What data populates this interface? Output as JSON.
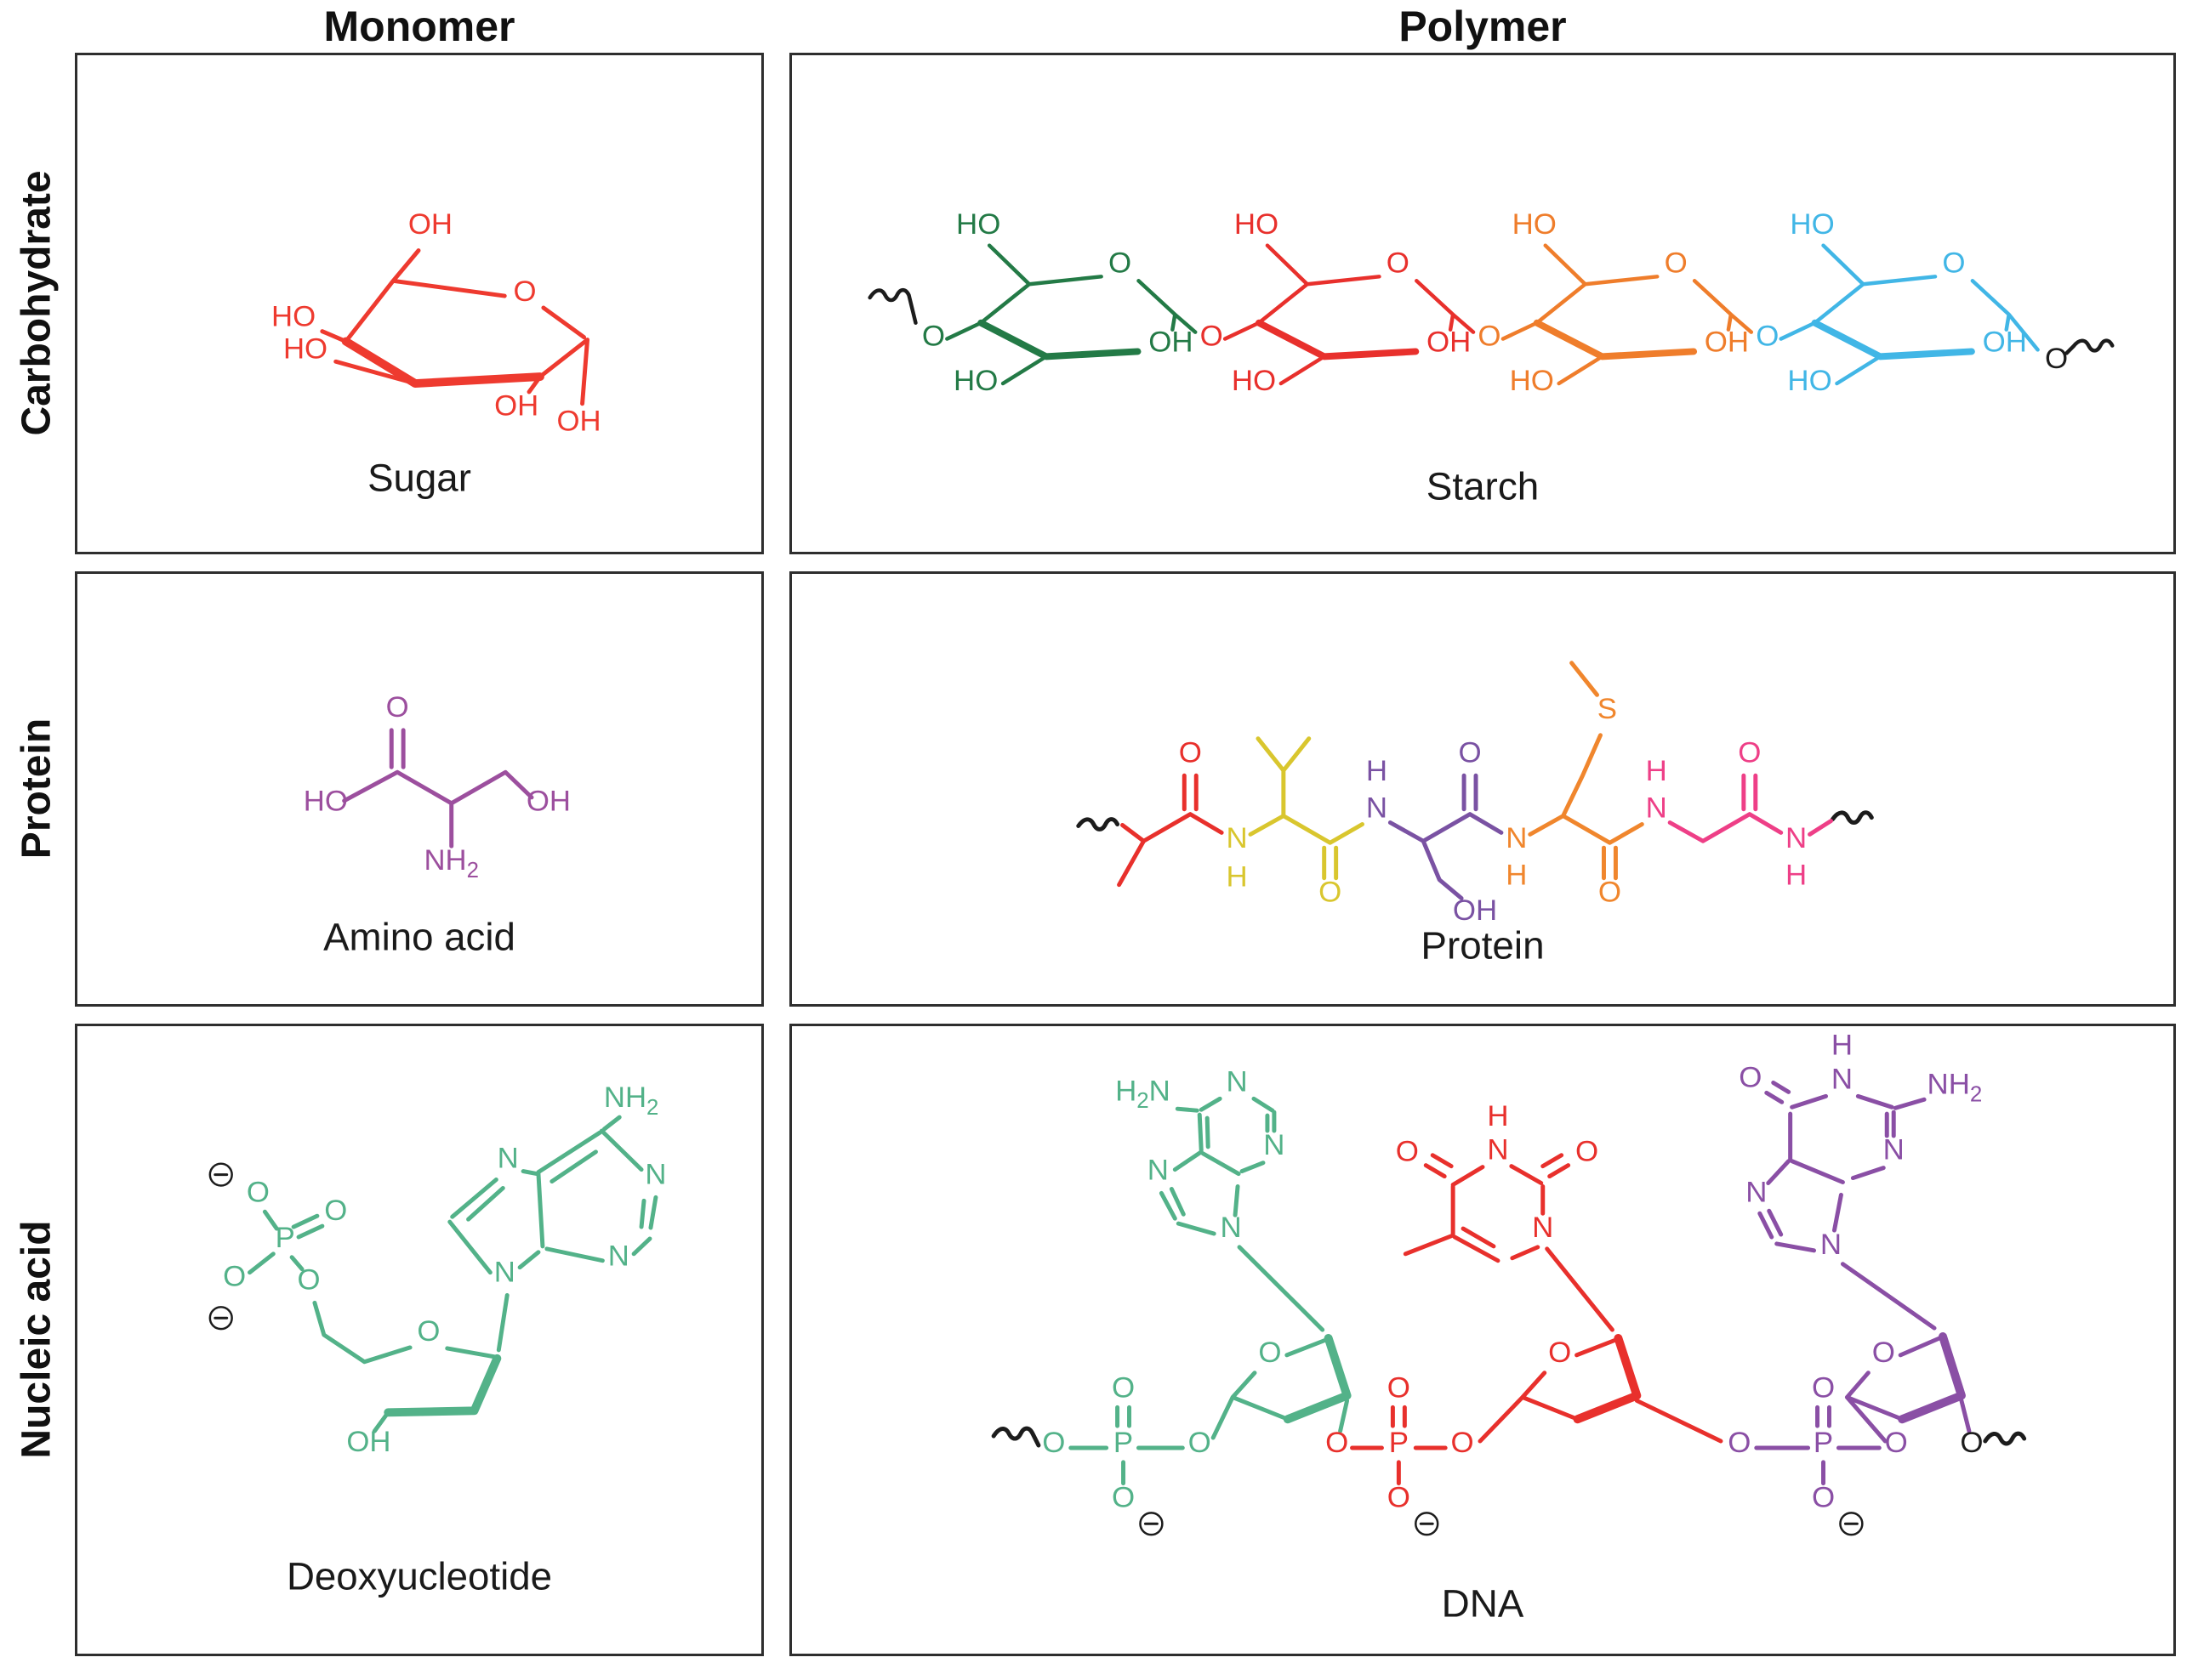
{
  "column_headers": {
    "monomer": "Monomer",
    "polymer": "Polymer"
  },
  "row_labels": [
    "Carbohydrate",
    "Protein",
    "Nucleic acid"
  ],
  "captions": {
    "sugar": "Sugar",
    "starch": "Starch",
    "amino_acid": "Amino acid",
    "protein": "Protein",
    "deoxynucleotide": "Deoxyucleotide",
    "dna": "DNA"
  },
  "palette": {
    "sugar_red": "#ee3a2f",
    "starch_green": "#237a46",
    "starch_red": "#e8302c",
    "starch_orange": "#ef7d2b",
    "starch_blue": "#41b6e6",
    "amino_purple": "#9c4f9e",
    "protein_red": "#e8302c",
    "protein_yellow": "#d9c62e",
    "protein_purple": "#7a52a3",
    "protein_orange": "#f0862d",
    "protein_pink": "#ee3f87",
    "nucleotide_green": "#53b289",
    "dna_red": "#e8302c",
    "dna_purple": "#8a4fa5",
    "ink": "#1c1c1c"
  },
  "sugar": {
    "oh_top": "OH",
    "ring_o": "O",
    "ho_upper": "HO",
    "ho_lower": "HO",
    "oh_bottom": "OH",
    "oh_anomeric": "OH"
  },
  "starch": {
    "left_terminal_o": "O",
    "right_terminal_o": "O",
    "units": [
      {
        "ho_top": "HO",
        "ring_o": "O",
        "oh_right": "OH",
        "ho_bottom": "HO"
      },
      {
        "bridge_o": "O",
        "ho_top": "HO",
        "ring_o": "O",
        "oh_right": "OH",
        "ho_bottom": "HO"
      },
      {
        "bridge_o": "O",
        "ho_top": "HO",
        "ring_o": "O",
        "oh_right": "OH",
        "ho_bottom": "HO"
      },
      {
        "bridge_o": "O",
        "ho_top": "HO",
        "ring_o": "O",
        "oh_right": "OH",
        "ho_bottom": "HO"
      }
    ]
  },
  "amino_acid": {
    "carbonyl_o": "O",
    "ho": "HO",
    "oh": "OH",
    "amine": {
      "main": "NH",
      "sub": "2"
    }
  },
  "protein": {
    "carbonyl_o": [
      "O",
      "O",
      "O",
      "O",
      "O"
    ],
    "amide_n": [
      "N",
      "N",
      "N",
      "N",
      "N"
    ],
    "amide_h": [
      "H",
      "H",
      "H",
      "H",
      "H"
    ],
    "serine_oh": "OH",
    "sulfur": "S"
  },
  "deoxynucleotide": {
    "phosphate": {
      "o_top": "O",
      "p": "P",
      "o_double": "O",
      "o_side": "O",
      "o_link": "O",
      "charges": [
        "⊖",
        "⊖"
      ]
    },
    "sugar": {
      "ring_o": "O",
      "oh": "OH"
    },
    "adenine": {
      "amine": {
        "main": "NH",
        "sub": "2"
      },
      "n1": "N",
      "n3": "N",
      "n7": "N",
      "n9": "N"
    }
  },
  "dna": {
    "adenine": {
      "amine": {
        "pre": "H",
        "sub": "2",
        "post": "N"
      },
      "n1": "N",
      "n3": "N",
      "n7": "N",
      "n9": "N"
    },
    "thymine": {
      "o_left": "O",
      "h": "H",
      "n3": "N",
      "o_right": "O",
      "n1": "N"
    },
    "guanine": {
      "o": "O",
      "h": "H",
      "n1": "N",
      "amine": {
        "main": "NH",
        "sub": "2"
      },
      "n3": "N",
      "n7": "N",
      "n9": "N"
    },
    "sugar_ring_o": [
      "O",
      "O",
      "O"
    ],
    "phosphates": [
      {
        "o_left": "O",
        "p": "P",
        "o_double": "O",
        "o_right": "O",
        "o_below": "O",
        "charge": "⊖"
      },
      {
        "o_left": "O",
        "p": "P",
        "o_double": "O",
        "o_right": "O",
        "o_below": "O",
        "charge": "⊖"
      },
      {
        "o_left": "O",
        "p": "P",
        "o_double": "O",
        "o_right": "O",
        "o_below": "O",
        "charge": "⊖"
      }
    ],
    "right_terminal_o": "O"
  }
}
